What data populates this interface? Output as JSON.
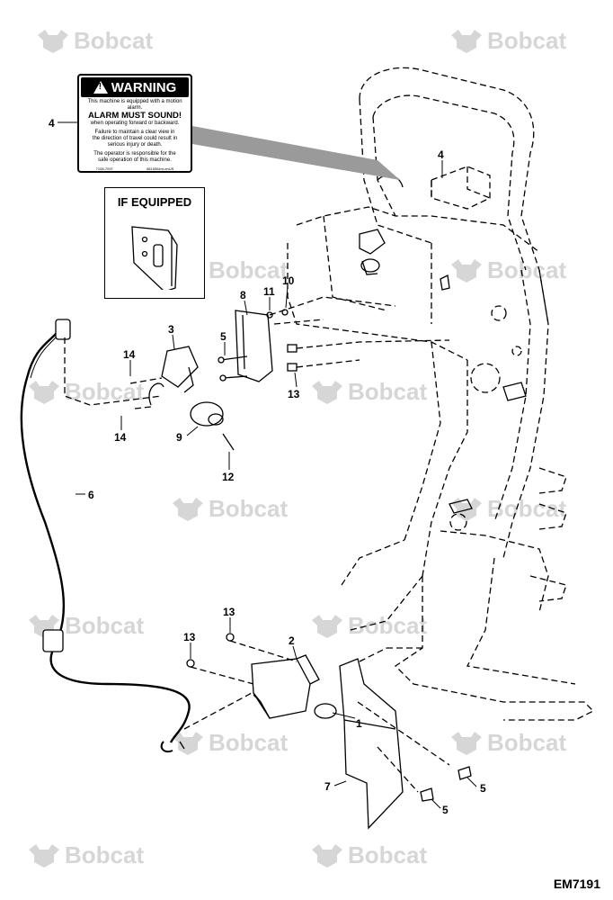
{
  "watermark": {
    "brand": "Bobcat"
  },
  "warning_decal": {
    "header": "WARNING",
    "line1": "This machine is equipped with a motion alarm.",
    "line2": "ALARM MUST SOUND!",
    "line3": "when operating forward or backward.",
    "line4": "Failure to maintain a clear view in",
    "line5": "the direction of travel could result in",
    "line6": "serious injury or death.",
    "line7": "The operator is responsible for the",
    "line8": "safe operation of this machine.",
    "code_left": "7108-7097",
    "code_right": "6815564m-enUS"
  },
  "if_equipped": {
    "title": "IF EQUIPPED"
  },
  "callouts": {
    "c1": "1",
    "c2": "2",
    "c3": "3",
    "c4a": "4",
    "c4b": "4",
    "c5a": "5",
    "c5b": "5",
    "c5c": "5",
    "c6": "6",
    "c7": "7",
    "c8": "8",
    "c9": "9",
    "c10": "10",
    "c11": "11",
    "c12": "12",
    "c13a": "13",
    "c13b": "13",
    "c13c": "13",
    "c14a": "14",
    "c14b": "14"
  },
  "figure_code": "EM7191"
}
